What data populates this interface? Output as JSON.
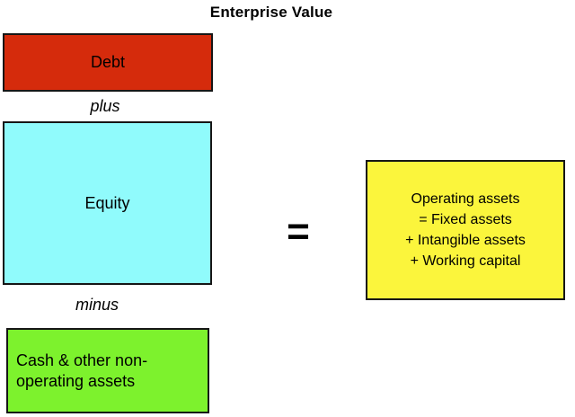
{
  "title": "Enterprise Value",
  "left_column": {
    "debt_label": "Debt",
    "plus_label": "plus",
    "equity_label": "Equity",
    "minus_label": "minus",
    "cash_label_line1": "Cash & other non-",
    "cash_label_line2": "operating assets"
  },
  "equals_sign": "=",
  "right_box": {
    "lines": [
      "Operating assets",
      "= Fixed assets",
      "+ Intangible assets",
      "+ Working capital"
    ]
  },
  "colors": {
    "background": "#ffffff",
    "border": "#161616",
    "text": "#000000",
    "debt": "#d52b0c",
    "equity": "#90fbfc",
    "cash": "#7df22d",
    "operating": "#fbf53c"
  }
}
